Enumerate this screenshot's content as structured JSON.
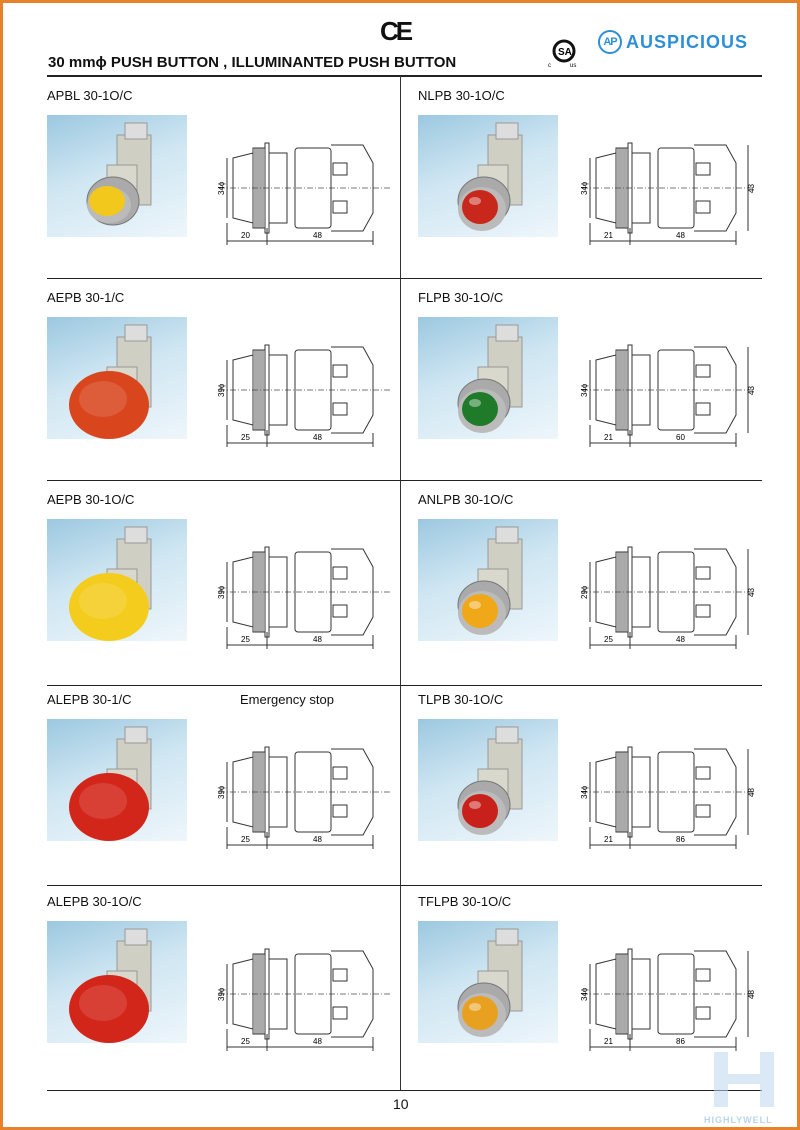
{
  "header": {
    "title": "30 mmϕ PUSH  BUTTON , ILLUMINANTED  PUSH  BUTTON",
    "ce_mark": "CE",
    "csa_mark": "SA",
    "csa_c": "c",
    "csa_us": "us",
    "brand_logo": "AP",
    "brand": "AUSPICIOUS"
  },
  "note": "Emergency  stop",
  "page_number": "10",
  "watermark": "HIGHLYWELL",
  "colors": {
    "border": "#e8822a",
    "brand": "#2d8fd6"
  },
  "products": [
    {
      "model": "APBL 30-1O/C",
      "dia": "34ϕ",
      "front": "20",
      "body": "48",
      "button": "flat",
      "color": "#f2c81c"
    },
    {
      "model": "NLPB 30-1O/C",
      "dia": "34ϕ",
      "front": "21",
      "body": "48",
      "height": "43",
      "button": "lamp",
      "color": "#c8281c"
    },
    {
      "model": "AEPB 30-1/C",
      "dia": "39ϕ",
      "front": "25",
      "body": "48",
      "button": "mushroom",
      "color": "#d9461e"
    },
    {
      "model": "FLPB 30-1O/C",
      "dia": "34ϕ",
      "front": "21",
      "body": "60",
      "height": "43",
      "button": "lamp",
      "color": "#1f7a2a"
    },
    {
      "model": "AEPB 30-1O/C",
      "dia": "39ϕ",
      "front": "25",
      "body": "48",
      "button": "mushroom",
      "color": "#f4cc1e"
    },
    {
      "model": "ANLPB 30-1O/C",
      "dia": "29ϕ",
      "front": "25",
      "body": "48",
      "height": "43",
      "button": "lamp",
      "color": "#f0a818"
    },
    {
      "model": "ALEPB 30-1/C",
      "dia": "39ϕ",
      "front": "25",
      "body": "48",
      "button": "mushroom",
      "color": "#d3261a"
    },
    {
      "model": "TLPB 30-1O/C",
      "dia": "34ϕ",
      "front": "21",
      "body": "86",
      "height": "48",
      "button": "lamp",
      "color": "#c8201a"
    },
    {
      "model": "ALEPB 30-1O/C",
      "dia": "39ϕ",
      "front": "25",
      "body": "48",
      "button": "mushroom",
      "color": "#d3261a"
    },
    {
      "model": "TFLPB 30-1O/C",
      "dia": "34ϕ",
      "front": "21",
      "body": "86",
      "height": "48",
      "button": "lamp",
      "color": "#e8a020"
    }
  ]
}
